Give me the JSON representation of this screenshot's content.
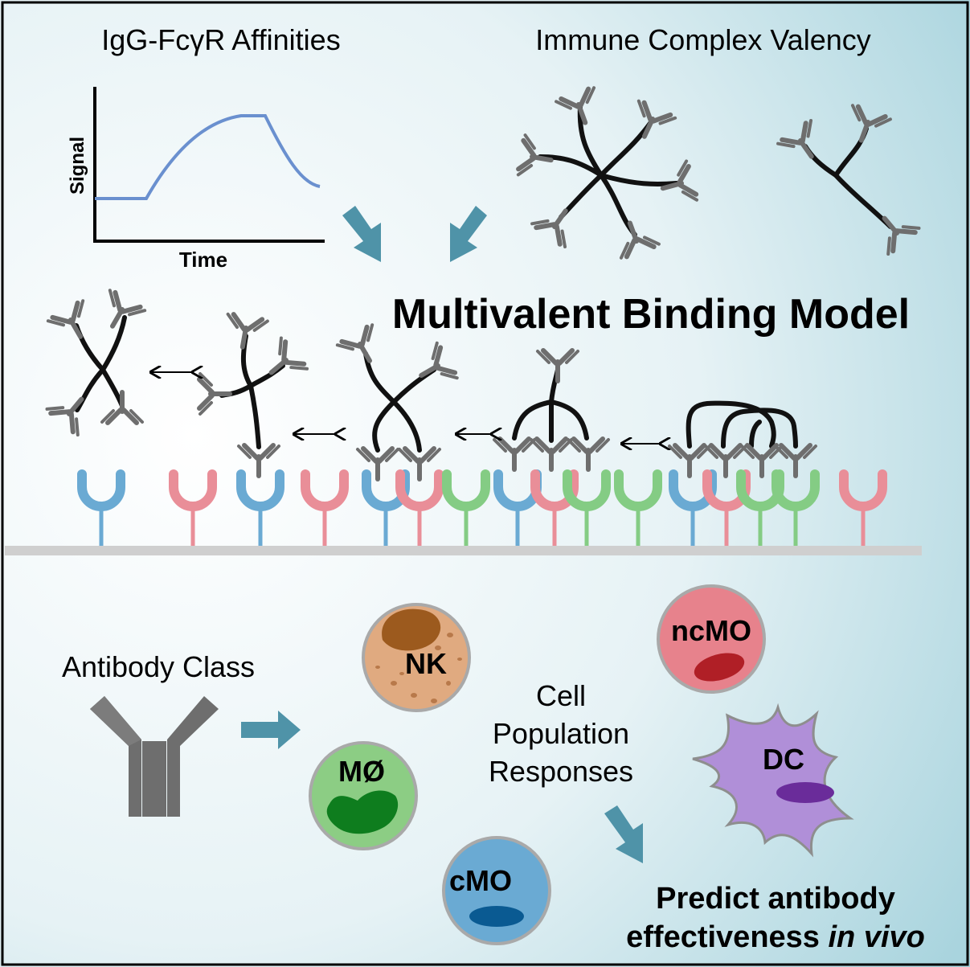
{
  "top": {
    "affinities_title": "IgG-FcγR Affinities",
    "valency_title": "Immune Complex Valency",
    "signal_axis_label": "Signal",
    "time_axis_label": "Time"
  },
  "middle": {
    "model_title": "Multivalent Binding Model"
  },
  "bottom": {
    "antibody_class_label": "Antibody Class",
    "cell_responses_line1": "Cell",
    "cell_responses_line2": "Population",
    "cell_responses_line3": "Responses",
    "predict_line1": "Predict antibody",
    "predict_line2_prefix": "effectiveness ",
    "predict_line2_italic": "in vivo",
    "cells": {
      "nk": "NK",
      "ncmo": "ncMO",
      "macrophage": "MØ",
      "dc": "DC",
      "cmo": "cMO"
    }
  },
  "colors": {
    "arrow": "#4f93a8",
    "antibody": "#6e6e6e",
    "receptor_blue": "#6aaad3",
    "receptor_pink": "#e98e98",
    "receptor_green": "#84cc84",
    "curve": "#6a90cf",
    "nk_cell": "#e0aa80",
    "ncmo_cell": "#e7828c",
    "macrophage_cell": "#8ccd84",
    "dc_cell": "#b08fd8",
    "cmo_cell": "#6aaad3"
  }
}
